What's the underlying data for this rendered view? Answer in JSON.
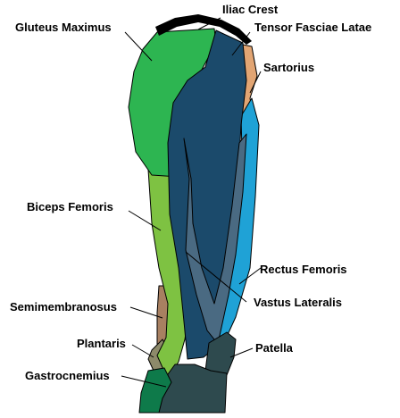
{
  "labels": {
    "iliac_crest": "Iliac Crest",
    "gluteus_maximus": "Gluteus Maximus",
    "tensor_fasciae_latae": "Tensor Fasciae Latae",
    "sartorius": "Sartorius",
    "biceps_femoris": "Biceps Femoris",
    "rectus_femoris": "Rectus Femoris",
    "vastus_lateralis": "Vastus Lateralis",
    "semimembranosus": "Semimembranosus",
    "plantaris": "Plantaris",
    "patella": "Patella",
    "gastrocnemius": "Gastrocnemius"
  },
  "colors": {
    "iliac_crest": "#000000",
    "gluteus_maximus": "#2db551",
    "tensor_fasciae_latae": "#1b4a6b",
    "sartorius": "#e2a573",
    "rectus_femoris": "#1fa2d6",
    "vastus_lateralis": "#4a6a82",
    "biceps_femoris": "#7ec242",
    "semimembranosus": "#a88061",
    "plantaris": "#8d8a6a",
    "patella": "#2e4a4e",
    "gastrocnemius": "#0e7a4a"
  }
}
